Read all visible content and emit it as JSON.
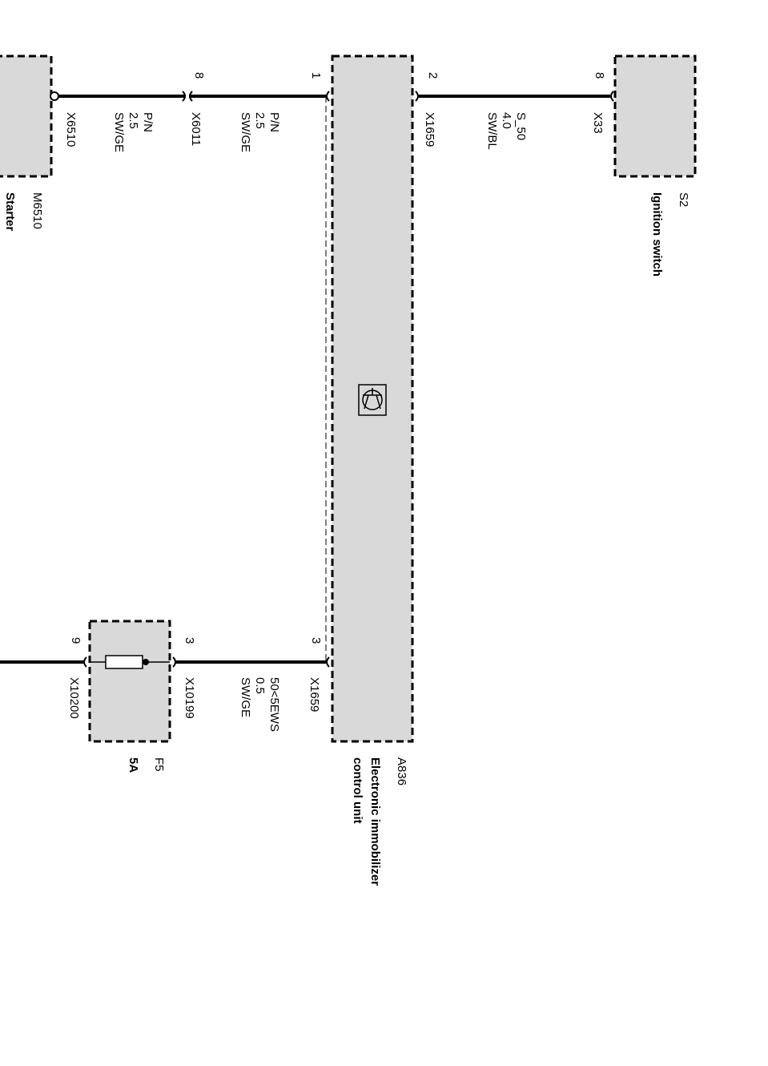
{
  "components": {
    "starter": {
      "code": "M6510",
      "name": "Starter"
    },
    "ignition_switch": {
      "code": "S2",
      "name": "Ignition switch"
    },
    "ews": {
      "code": "A836",
      "name_line1": "Electronic immobilizer",
      "name_line2": "control unit"
    },
    "fuse": {
      "code": "F5",
      "rating": "5A"
    }
  },
  "connectors": {
    "x6510": "X6510",
    "x6011": "X6011",
    "x1659_top": "X1659",
    "x33": "X33",
    "x1659_bottom": "X1659",
    "x10199": "X10199",
    "x10200": "X10200"
  },
  "pins": {
    "x6011": "8",
    "ews_1": "1",
    "ews_2": "2",
    "x33": "8",
    "ews_3": "3",
    "x10199": "3",
    "x10200": "9"
  },
  "wires": {
    "w1": {
      "signal": "P/N",
      "size": "2.5",
      "color": "SW/GE"
    },
    "w2": {
      "signal": "P/N",
      "size": "2.5",
      "color": "SW/GE"
    },
    "w3": {
      "signal": "S_50",
      "size": "4.0",
      "color": "SW/BL"
    },
    "w4": {
      "signal": "50<5EWS",
      "size": "0.5",
      "color": "SW/GE"
    }
  }
}
